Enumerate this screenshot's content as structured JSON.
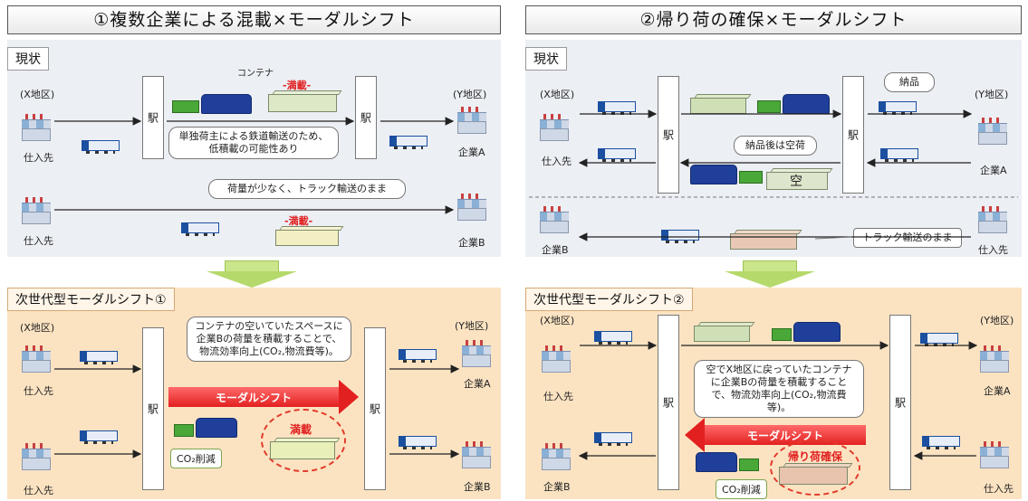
{
  "left": {
    "title": "①複数企業による混載×モーダルシフト",
    "now": {
      "label": "現状",
      "x_area": "(X地区)",
      "y_area": "(Y地区)",
      "supplier1": "仕入先",
      "supplier2": "仕入先",
      "company_a": "企業A",
      "company_b": "企業B",
      "station": "駅",
      "container": "コンテナ",
      "full_load1": "-満載-",
      "full_load2": "-満載-",
      "note1": "単独荷主による鉄道輸送のため、低積載の可能性あり",
      "note2": "荷量が少なく、トラック輸送のまま"
    },
    "next": {
      "label": "次世代型モーダルシフト①",
      "x_area": "(X地区)",
      "y_area": "(Y地区)",
      "supplier1": "仕入先",
      "supplier2": "仕入先",
      "company_a": "企業A",
      "company_b": "企業B",
      "station": "駅",
      "modal_shift": "モーダルシフト",
      "full_load": "満載",
      "co2": "CO₂削減",
      "note": "コンテナの空いていたスペースに企業Bの荷量を積載することで、物流効率向上(CO₂,物流費等)。"
    }
  },
  "right": {
    "title": "②帰り荷の確保×モーダルシフト",
    "now": {
      "label": "現状",
      "x_area": "(X地区)",
      "y_area": "(Y地区)",
      "supplier1": "仕入先",
      "supplier2": "仕入先",
      "company_a": "企業A",
      "company_b": "企業B",
      "station": "駅",
      "delivery": "納品",
      "empty_note": "納品後は空荷",
      "empty": "空",
      "truck_note": "トラック輸送のまま"
    },
    "next": {
      "label": "次世代型モーダルシフト②",
      "x_area": "(X地区)",
      "y_area": "(Y地区)",
      "supplier1": "仕入先",
      "supplier2": "仕入先",
      "company_a": "企業A",
      "company_b": "企業B",
      "station": "駅",
      "modal_shift": "モーダルシフト",
      "return_load": "帰り荷確保",
      "co2": "CO₂削減",
      "note": "空でX地区に戻っていたコンテナに企業Bの荷量を積載することで、物流効率向上(CO₂,物流費等)。"
    }
  },
  "colors": {
    "now_bg": "#eceff4",
    "next_bg": "#fbe3c2",
    "arrow_red": "#e32020",
    "train_blue": "#1f3f9a",
    "wagon_green": "#49a838",
    "down_arrow": "#b5d96a"
  }
}
